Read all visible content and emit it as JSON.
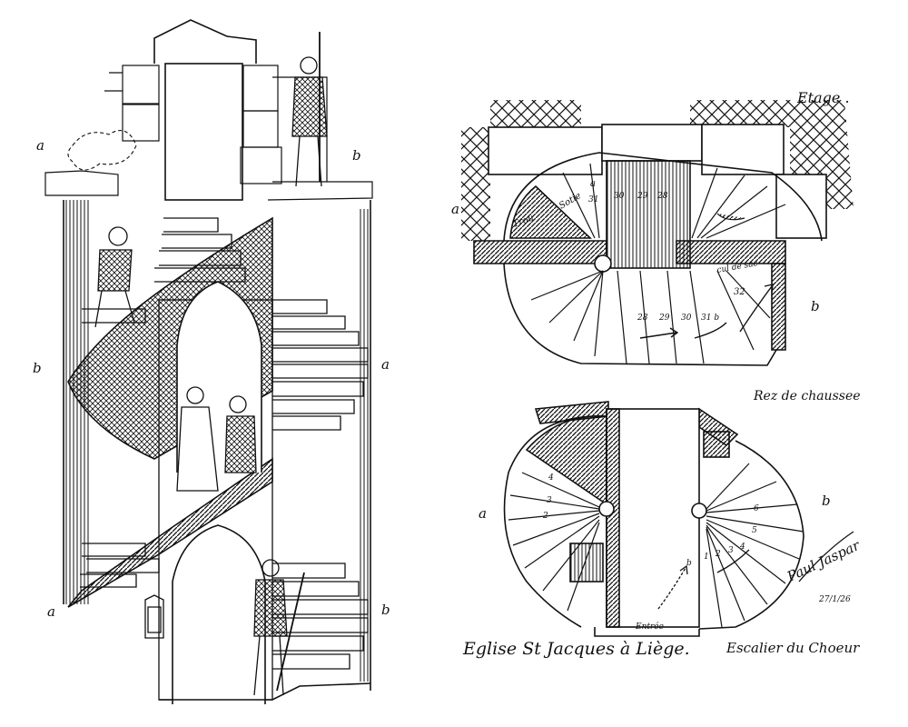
{
  "section_view": {
    "labels": {
      "a_upper": "a",
      "b_upper": "b",
      "b_mid": "b",
      "a_mid": "a",
      "a_lower": "a",
      "b_lower": "b"
    }
  },
  "plan_upper": {
    "title": "Etage .",
    "label_a": "a",
    "label_b": "b",
    "trou": "Trou",
    "note_sotie": "Sotie",
    "step_a": "a",
    "cul_de_sac": "cul de sac",
    "numbers_top": [
      "31",
      "30",
      "29",
      "28"
    ],
    "numbers_bottom": [
      "28",
      "29",
      "30",
      "31 b"
    ],
    "number_32": "32"
  },
  "plan_lower": {
    "title": "Rez de chaussee",
    "label_a": "a",
    "label_b": "b",
    "entree": "Entrée",
    "step_b": "b",
    "numbers_left": [
      "4",
      "3",
      "2"
    ],
    "numbers_right": [
      "1",
      "2",
      "3",
      "4",
      "5",
      "6"
    ]
  },
  "caption": {
    "left": "Eglise St Jacques à Liège.",
    "right": "Escalier du Choeur"
  },
  "signature": {
    "name": "Paul Jaspar",
    "date": "27/1/26"
  },
  "colors": {
    "ink": "#111111",
    "paper": "#ffffff"
  }
}
